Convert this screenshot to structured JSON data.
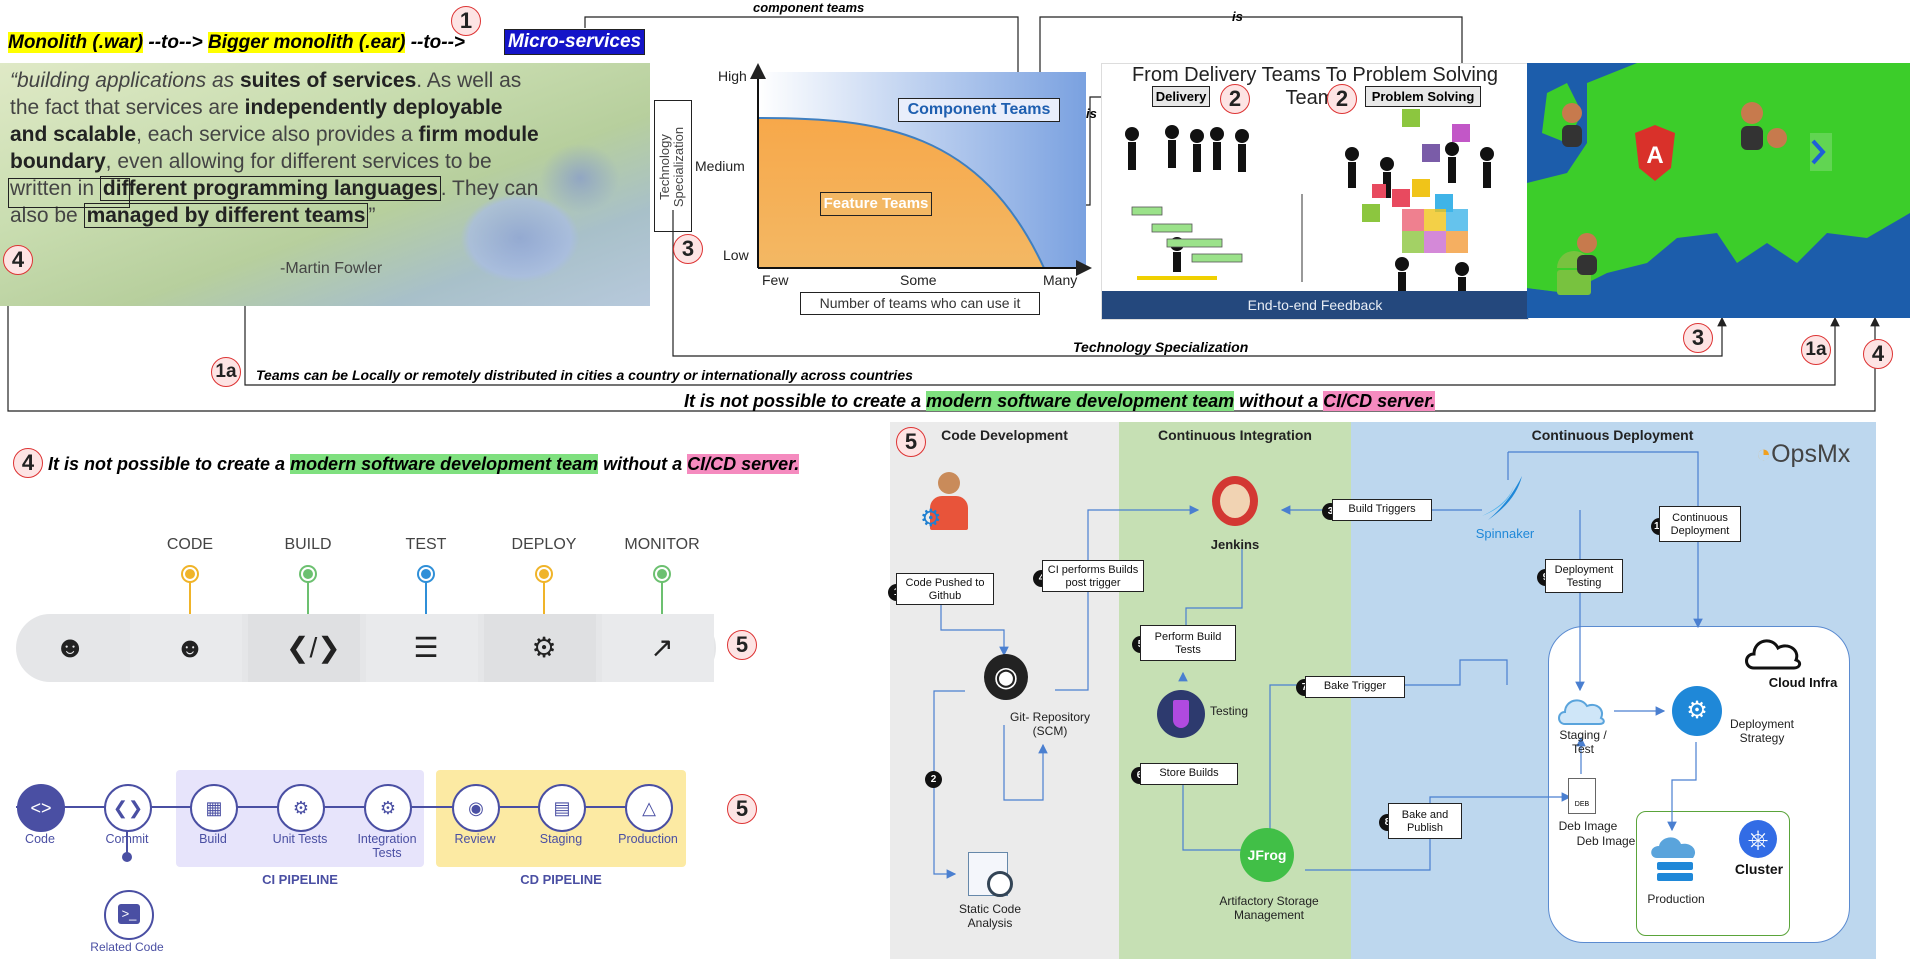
{
  "header": {
    "step1": "1",
    "monolith": "Monolith (.war)",
    "to1": "--to-->",
    "bigger": "Bigger monolith (.ear)",
    "to2": "--to-->",
    "micro": "Micro-services",
    "component_teams": "component teams",
    "is_top": "is"
  },
  "quote": {
    "l1a": "“building applications as ",
    "l1b": "suites of services",
    "l1c": ". As well as",
    "l2a": "the fact that services are ",
    "l2b": "independently deployable",
    "l3a": "and scalable",
    "l3b": ", each service also provides a ",
    "l3c": "firm module",
    "l4a": "boundary",
    "l4b": ", even allowing for different services to be",
    "l5a": "written in ",
    "l5b": "different programming languages",
    "l5c": ". They can",
    "l6a": "also be ",
    "l6b": "managed by different teams",
    "l6c": "”",
    "author": "-Martin Fowler",
    "step4": "4"
  },
  "specChart": {
    "ylabel": "Technology Specialization",
    "step3": "3",
    "yticks": [
      "High",
      "Medium",
      "Low"
    ],
    "xticks": [
      "Few",
      "Some",
      "Many"
    ],
    "xlabel": "Number of teams who can use it",
    "component": "Component Teams",
    "feature": "Feature Teams",
    "is_label": "is"
  },
  "delivery": {
    "title": "From Delivery Teams To Problem Solving Teams",
    "delivery": "Delivery",
    "problem": "Problem Solving",
    "step2a": "2",
    "step2b": "2",
    "footer": "End-to-end Feedback"
  },
  "connectors": {
    "tech_spec": "Technology Specialization",
    "step3": "3",
    "step1a_right": "1a",
    "step4_right": "4",
    "step1a_left": "1a",
    "distributed": "Teams can be Locally or remotely  distributed in cities a country or internationally across countries",
    "cicd_a": "It is not possible to create a ",
    "cicd_b": "modern software development team",
    "cicd_c": " without a ",
    "cicd_d": "CI/CD server."
  },
  "lowerLeft": {
    "step4": "4",
    "s_a": "It is not possible to create a ",
    "s_b": "modern software development team",
    "s_c": " without a ",
    "s_d": "CI/CD server.",
    "stages": [
      "CODE",
      "BUILD",
      "TEST",
      "DEPLOY",
      "MONITOR"
    ],
    "stage_colors": [
      "#f0b429",
      "#6cc070",
      "#2f8fd8",
      "#f0b429",
      "#6cc070"
    ],
    "step5a": "5",
    "pipeline": [
      "Code",
      "Commit",
      "Build",
      "Unit Tests",
      "Integration Tests",
      "Review",
      "Staging",
      "Production"
    ],
    "related": "Related Code",
    "ci": "CI PIPELINE",
    "cd": "CD PIPELINE",
    "step5b": "5"
  },
  "cicd": {
    "step5": "5",
    "col1": "Code Development",
    "col2": "Continuous Integration",
    "col3": "Continuous Deployment",
    "brand": "OpsMx",
    "jenkins": "Jenkins",
    "spinnaker": "Spinnaker",
    "git": "Git- Repository (SCM)",
    "static": "Static Code Analysis",
    "testing": "Testing",
    "jfrog": "JFrog",
    "artifactory": "Artifactory Storage Management",
    "cloud": "Cloud Infra",
    "staging": "Staging / Test",
    "strategy": "Deployment Strategy",
    "deb1": "Deb Image",
    "deb2": "Deb Image",
    "production": "Production",
    "cluster": "Cluster",
    "steps": {
      "s1": "Code Pushed to Github",
      "s2": "2",
      "s3": "Build Triggers",
      "s4": "CI performs Builds post trigger",
      "s5": "Perform Build Tests",
      "s6": "Store Builds",
      "s7": "Bake Trigger",
      "s8": "Bake and Publish",
      "s9": "Deployment Testing",
      "s10": "Continuous Deployment"
    }
  }
}
